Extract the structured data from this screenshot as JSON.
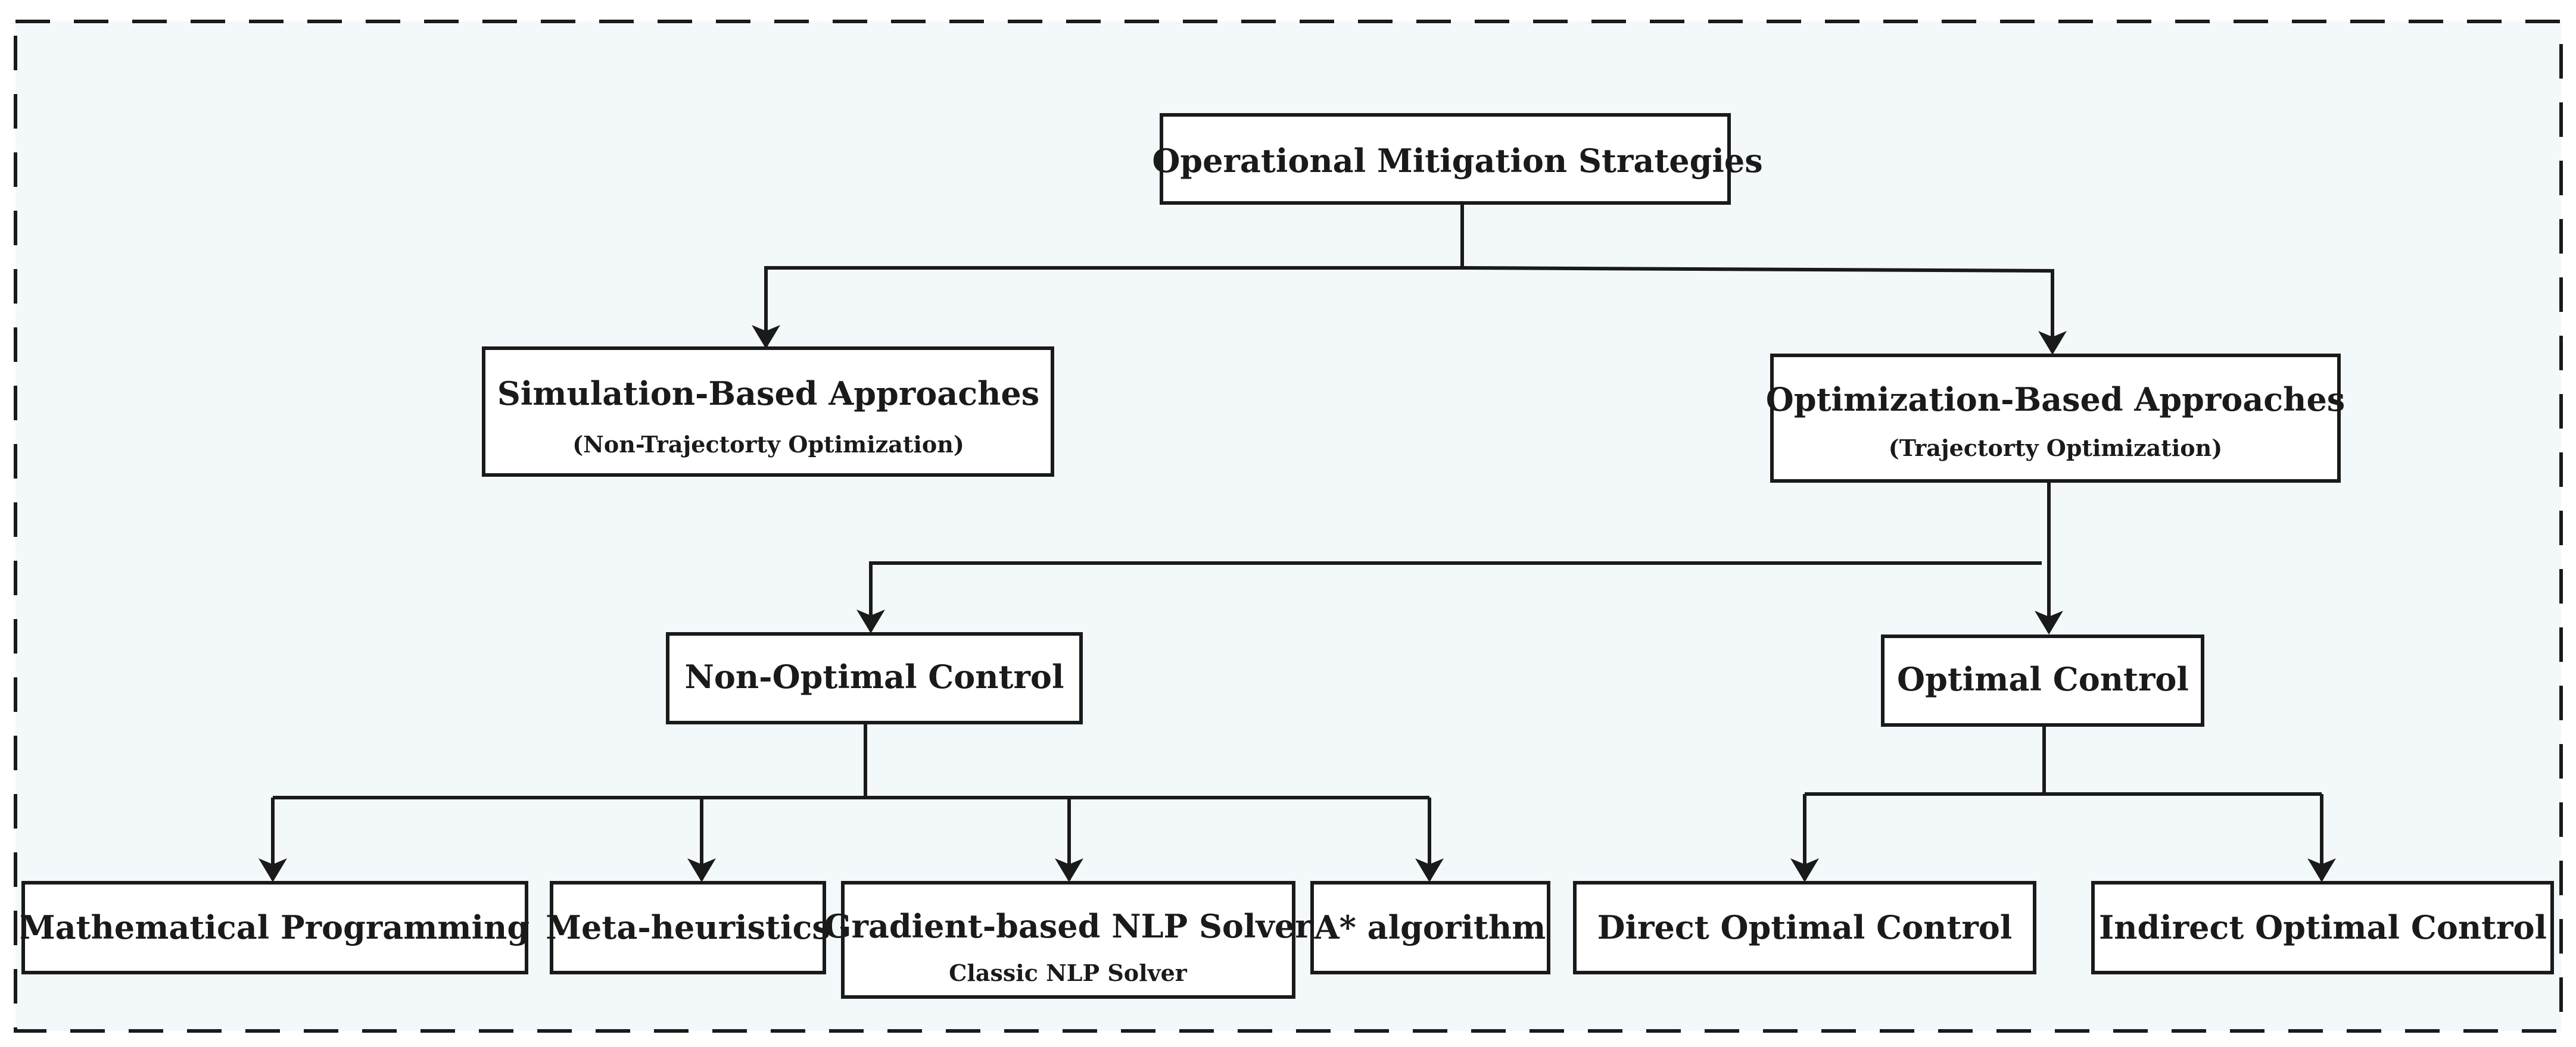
{
  "colors": {
    "background_panel": "#f3f8fb",
    "frame": "#1a1a1a",
    "box_fill": "#ffffff",
    "line": "#1a1a1a"
  },
  "nodes": {
    "root": {
      "title": "Operational Mitigation Strategies"
    },
    "simulation": {
      "title": "Simulation-Based Approaches",
      "subtitle": "(Non-Trajectorty Optimization)"
    },
    "optimization": {
      "title": "Optimization-Based Approaches",
      "subtitle": "(Trajectorty Optimization)"
    },
    "non_optimal": {
      "title": "Non-Optimal Control"
    },
    "optimal": {
      "title": "Optimal Control"
    },
    "math_prog": {
      "title": "Mathematical Programming"
    },
    "meta": {
      "title": "Meta-heuristics"
    },
    "gradient": {
      "title": "Gradient-based NLP Solver",
      "subtitle": "Classic NLP Solver"
    },
    "astar": {
      "title": "A* algorithm"
    },
    "direct": {
      "title": "Direct Optimal Control"
    },
    "indirect": {
      "title": "Indirect Optimal Control"
    }
  }
}
